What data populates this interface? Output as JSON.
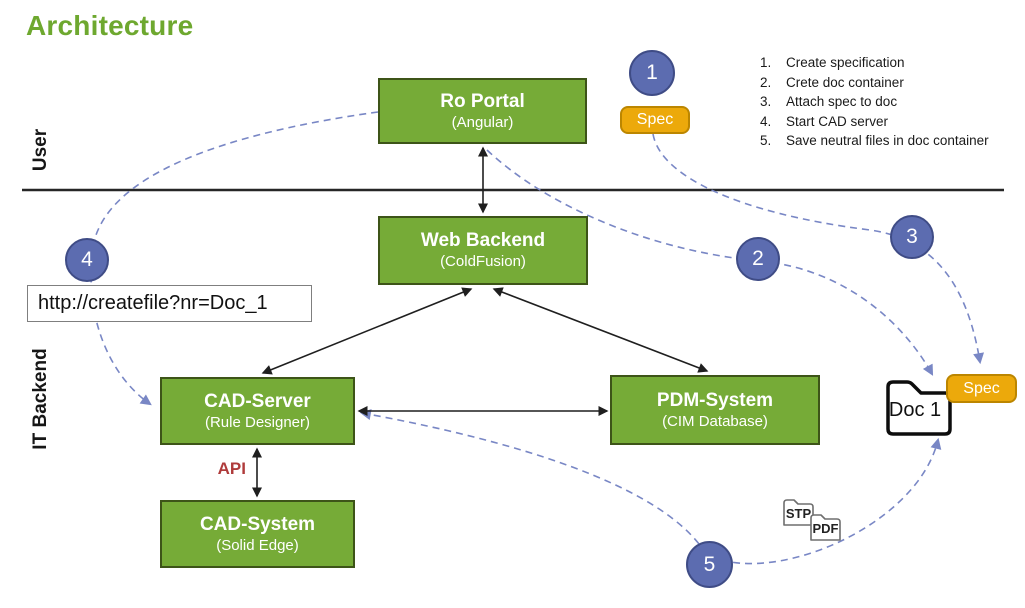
{
  "title": "Architecture",
  "lanes": {
    "user": "User",
    "it_backend": "IT Backend"
  },
  "boxes": {
    "ro_portal": {
      "title": "Ro Portal",
      "subtitle": "(Angular)"
    },
    "web_backend": {
      "title": "Web Backend",
      "subtitle": "(ColdFusion)"
    },
    "cad_server": {
      "title": "CAD-Server",
      "subtitle": "(Rule Designer)"
    },
    "pdm_system": {
      "title": "PDM-System",
      "subtitle": "(CIM Database)"
    },
    "cad_system": {
      "title": "CAD-System",
      "subtitle": "(Solid Edge)"
    }
  },
  "steps": [
    {
      "num": "1.",
      "label": "Create specification"
    },
    {
      "num": "2.",
      "label": "Crete doc container"
    },
    {
      "num": "3.",
      "label": "Attach spec to doc"
    },
    {
      "num": "4.",
      "label": "Start CAD server"
    },
    {
      "num": "5.",
      "label": "Save neutral files in doc container"
    }
  ],
  "markers": [
    "1",
    "2",
    "3",
    "4",
    "5"
  ],
  "spec_badges": {
    "near_step1": "Spec",
    "near_doc": "Spec"
  },
  "url_box": {
    "value": "http://createfile?nr=Doc_1"
  },
  "api_label": "API",
  "doc_folder_label": "Doc 1",
  "file_icons": {
    "stp": "STP",
    "pdf": "PDF"
  },
  "colors": {
    "box_green": "#76AB37",
    "box_border": "#3D5418",
    "title_green": "#6EA82F",
    "circle_blue": "#5C6CB0",
    "circle_border": "#3F4C86",
    "badge_gold": "#ECA90B",
    "badge_border": "#BC8600",
    "dashed_line": "#7987C5",
    "api_red": "#AF3B3B",
    "arrow_black": "#1F1F1F"
  }
}
